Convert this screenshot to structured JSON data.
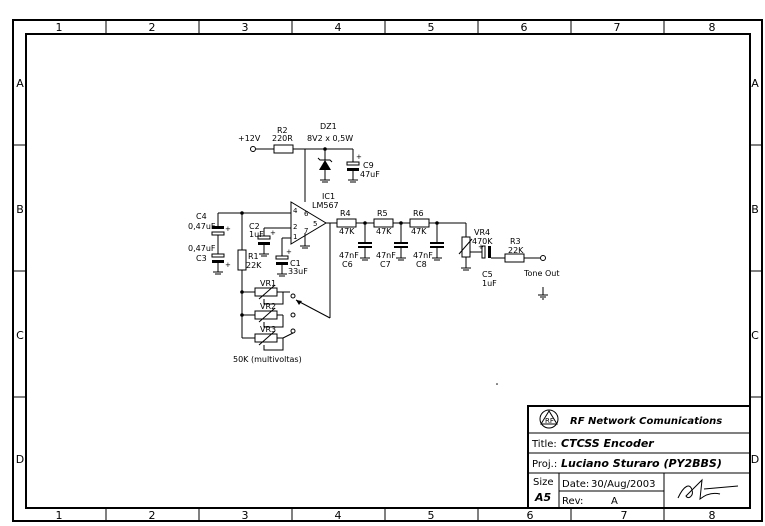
{
  "frame": {
    "columns": [
      "1",
      "2",
      "3",
      "4",
      "5",
      "6",
      "7",
      "8"
    ],
    "rows": [
      "A",
      "B",
      "C",
      "D"
    ]
  },
  "parts": {
    "supply": "+12V",
    "r2": {
      "ref": "R2",
      "value": "220R"
    },
    "dz1": {
      "ref": "DZ1",
      "value": "8V2 x 0,5W"
    },
    "c9": {
      "ref": "C9",
      "value": "47uF"
    },
    "ic1": {
      "ref": "IC1",
      "value": "LM567",
      "pins": [
        "4",
        "2",
        "1",
        "5",
        "6",
        "7"
      ]
    },
    "c4": {
      "ref": "C4",
      "value": "0,47uF"
    },
    "c3": {
      "ref": "C3",
      "value": "0,47uF"
    },
    "c2": {
      "ref": "C2",
      "value": "1uF"
    },
    "c1": {
      "ref": "C1",
      "value": "33uF"
    },
    "r1": {
      "ref": "R1",
      "value": "22K"
    },
    "r4": {
      "ref": "R4",
      "value": "47K"
    },
    "r5": {
      "ref": "R5",
      "value": "47K"
    },
    "r6": {
      "ref": "R6",
      "value": "47K"
    },
    "c6": {
      "ref": "C6",
      "value": "47nF"
    },
    "c7": {
      "ref": "C7",
      "value": "47nF"
    },
    "c8": {
      "ref": "C8",
      "value": "47nF"
    },
    "vr4": {
      "ref": "VR4",
      "value": "470K"
    },
    "c5": {
      "ref": "C5",
      "value": "1uF"
    },
    "r3": {
      "ref": "R3",
      "value": "22K"
    },
    "vr1": {
      "ref": "VR1"
    },
    "vr2": {
      "ref": "VR2"
    },
    "vr3": {
      "ref": "VR3"
    },
    "trimmer_note": "50K (multivoltas)",
    "output": "Tone Out"
  },
  "title_block": {
    "company": "RF Network Comunications",
    "logo_text": "RF",
    "title_label": "Title:",
    "title": "CTCSS Encoder",
    "proj_label": "Proj.:",
    "proj": "Luciano Sturaro (PY2BBS)",
    "size_label": "Size",
    "size": "A5",
    "date_label": "Date:",
    "date": "30/Aug/2003",
    "rev_label": "Rev:",
    "rev": "A"
  }
}
